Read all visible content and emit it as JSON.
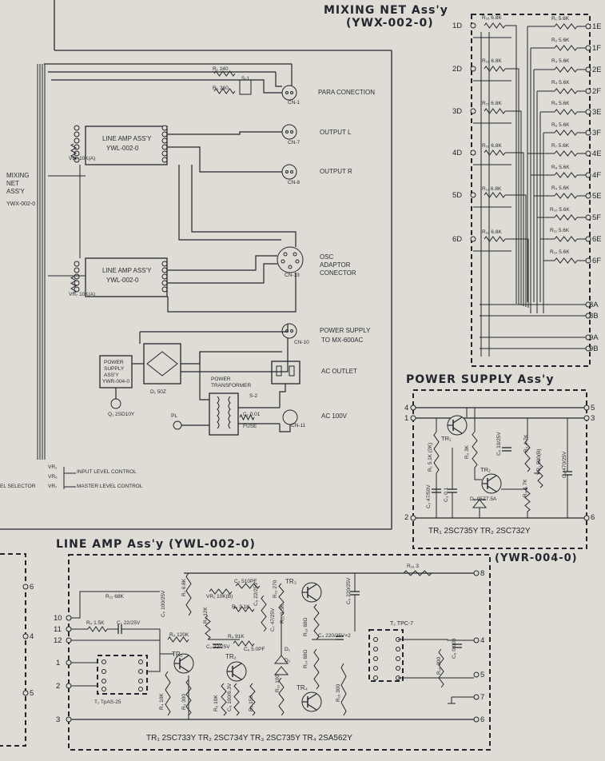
{
  "mixing_net": {
    "title": "MIXING NET Ass'y",
    "code": "(YWX-002-0)",
    "left_terminals": [
      "1D",
      "2D",
      "3D",
      "4D",
      "5D",
      "6D"
    ],
    "left_resistors": [
      "R₁₅ 6.8K",
      "R₁₆ 6.8K",
      "R₁₅ 6.8K",
      "R₁₆ 6.8K",
      "R₁₇ 6.8K",
      "R₁₈ 6.8K"
    ],
    "right_terminals": [
      "1E",
      "1F",
      "2E",
      "2F",
      "3E",
      "3F",
      "4E",
      "4F",
      "5E",
      "5F",
      "6E",
      "6F"
    ],
    "right_resistors": [
      "R₁ 5.6K",
      "R₂ 5.6K",
      "R₃ 5.6K",
      "R₄ 5.6K",
      "R₅ 5.6K",
      "R₆ 5.6K",
      "R₇ 5.6K",
      "R₈ 5.6K",
      "R₉ 5.6K",
      "R₁₀ 5.6K",
      "R₁₁ 5.6K",
      "R₁₂ 5.6K"
    ],
    "bottom_terminals": [
      "8A",
      "8B",
      "9A",
      "9B"
    ]
  },
  "power_supply": {
    "title": "POWER SUPPLY Ass'y",
    "code": "(YWR-004-0)",
    "left_terminals": [
      "4",
      "1",
      "2"
    ],
    "right_terminals": [
      "5",
      "3",
      "6"
    ],
    "labels": [
      "TR₁",
      "R₁ 5.1K (2K)",
      "C₂ 47/50V",
      "C₃ 0.1",
      "R₂ 3K",
      "C₅ 10/25V",
      "R₃ 4.7K",
      "VR₁ 500(B)",
      "TR₂",
      "R₄ 4.7K",
      "D₁ 05Z7.5A",
      "C₄ 470/25V"
    ],
    "transistors": "TR₁  2SC735Y  TR₂  2SC732Y"
  },
  "line_amp": {
    "title": "LINE AMP Ass'y (YWL-002-0)",
    "left_terminals": [
      "10",
      "11",
      "12",
      "1",
      "2",
      "3"
    ],
    "right_terminals": [
      "8",
      "4",
      "5",
      "7",
      "6"
    ],
    "labels": [
      "R₅ 1.5K",
      "C₁ 22/25V",
      "R₆ 120K",
      "C₅ 100/25V",
      "R₇ 6.8K",
      "R₈ 12K",
      "VR₁ 10K(B)",
      "C₃ 510PF",
      "R₉ 3.1K",
      "C₉ 22/25V",
      "R₁₀ 270",
      "C₂ 22/25V",
      "R₉ 91K",
      "C₇ 47/25V",
      "R₁₁ 3.3K",
      "C₆ 5.0PF",
      "TR₁",
      "TR₂",
      "TR₃",
      "TR₄",
      "R₄ 10K",
      "R₃ 300",
      "R₅ 10K",
      "C₈ 100/6.3V",
      "R₆ 150",
      "D₁",
      "D₂",
      "R₁₂ 100",
      "R₁₃ 68Ω",
      "R₁₄ 68Ω",
      "R₁₅ 300",
      "R₁₆ 3",
      "C₆ 220/25V",
      "C₄ 220/25V×2",
      "T₂ TPC-7",
      "T₁ TpAS-25",
      "R₁₆ 300",
      "C₈ 0.003",
      "R₁₂ 68K"
    ],
    "transistors": "TR₁  2SC733Y  TR₂  2SC734Y  TR₃  2SC735Y  TR₄  2SA562Y"
  },
  "main": {
    "side_label": [
      "MIXING",
      "NET",
      "ASS'Y",
      "YWX-002-0"
    ],
    "amp_blocks": [
      {
        "title": "LINE AMP ASS'Y",
        "code": "YWL-002-0"
      },
      {
        "title": "LINE AMP ASS'Y",
        "code": "YWL-002-0"
      }
    ],
    "psu_block": [
      "POWER",
      "SUPPLY",
      "ASS'Y",
      "YWR-004-0"
    ],
    "connectors": [
      "PARA CONECTION",
      "OUTPUT L",
      "OUTPUT R",
      "OSC",
      "ADAPTOR",
      "CONECTOR",
      "POWER SUPPLY",
      "TO MX-600AC",
      "AC OUTLET",
      "AC 100V"
    ],
    "parts": [
      "R₁ 240",
      "R₂ 360",
      "S-1",
      "CN-1",
      "CN-7",
      "CN-8",
      "CN-13",
      "CN-10",
      "CN-11",
      "VR₇ 10K(A)",
      "VR₇ 10K(A)",
      "D₁ 50Z",
      "Q₁ 2SD10Y",
      "POWER",
      "TRANSFORMER",
      "S-2",
      "C₁ 0.01",
      "FUSE",
      "PL"
    ],
    "legend": [
      {
        "code": "VR₁",
        "text": "INPUT LEVEL CONTROL"
      },
      {
        "code": "VR₆",
        "text": ""
      },
      {
        "code": "VR₇",
        "text": "MASTER LEVEL CONTROL"
      }
    ],
    "edge_label": "EL SELECTOR",
    "edge_terminals": [
      "6",
      "4",
      "5"
    ]
  },
  "colors": {
    "ink": "#23262e",
    "paper": "#dedcd4"
  }
}
